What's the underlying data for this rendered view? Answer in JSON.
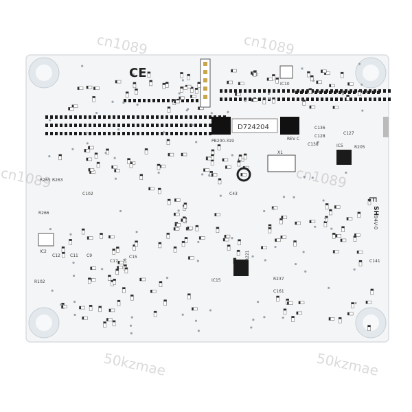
{
  "photo": {
    "subject": "PCB underside",
    "board_color": "#f4f5f6",
    "component_color": "#1b1b1b",
    "standoff_color": "#e6ebf0"
  },
  "markings": {
    "ce": "CE",
    "serial": "D724204",
    "part_no": "PB200-319",
    "rev": "REV C",
    "label_sh": "SH",
    "label_94v0": "94V-0",
    "label_e": "E",
    "ic_x1": "X1",
    "ic_ic5": "IC5",
    "ic_ic10": "IC10",
    "ic_ic2": "IC2",
    "ic_ic15": "IC15",
    "r_r221": "R221",
    "r_r237": "R237",
    "r_r205": "R205",
    "c_c136": "C136",
    "c_c128": "C128",
    "c_c138": "C138",
    "c_c127": "C127",
    "c_c43": "C43",
    "c_c141": "C141",
    "c_c161": "C161",
    "r_r265": "R265",
    "r_r263": "R263",
    "r_r266": "R266",
    "c_c102": "C102",
    "r_r102": "R102",
    "c_c15": "C15",
    "c_c16": "C16",
    "c_c17": "C17",
    "c_c11": "C11",
    "c_c12": "C12",
    "c_c9": "C9"
  },
  "watermarks": {
    "w1": "cn1089",
    "w2": "cn1089",
    "w3": "cn1089",
    "w4": "cn1089",
    "w5": "50kzmae",
    "w6": "50kzmae"
  }
}
